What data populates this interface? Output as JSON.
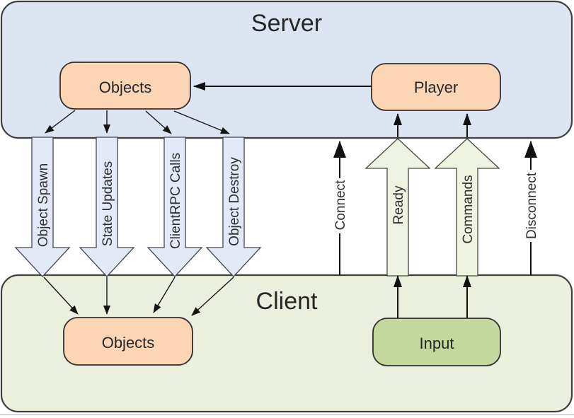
{
  "server": {
    "title": "Server",
    "nodes": {
      "objects": "Objects",
      "player": "Player"
    }
  },
  "client": {
    "title": "Client",
    "nodes": {
      "objects": "Objects",
      "input": "Input"
    }
  },
  "flows": {
    "server_to_client": [
      {
        "label": "Object Spawn"
      },
      {
        "label": "State Updates"
      },
      {
        "label": "ClientRPC Calls"
      },
      {
        "label": "Object Destroy"
      }
    ],
    "client_to_server": [
      {
        "label": "Ready"
      },
      {
        "label": "Commands"
      }
    ],
    "connection": [
      {
        "label": "Connect"
      },
      {
        "label": "Disconnect"
      }
    ]
  },
  "colors": {
    "server_fill": "#dde4f2",
    "client_fill": "#eaf0dd",
    "object_node_fill": "#fcd6b4",
    "input_node_fill": "#c5d89d",
    "down_arrow_fill": "#e3e9f6",
    "up_arrow_fill": "#edf2e1",
    "outline": "#3f3f3f",
    "connector": "#111111"
  }
}
